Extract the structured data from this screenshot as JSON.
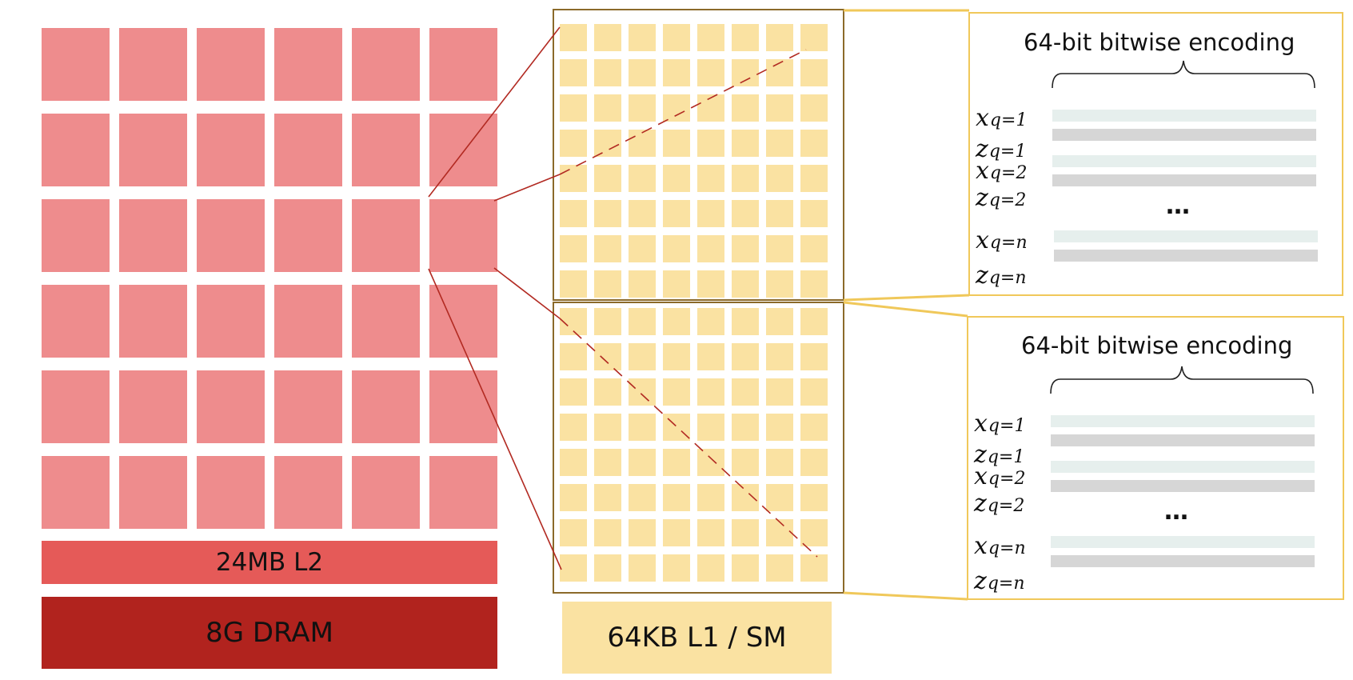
{
  "memory": {
    "l2_label": "24MB L2",
    "dram_label": "8G DRAM",
    "l1_label": "64KB L1 / SM"
  },
  "encoding_panels": [
    {
      "title": "64-bit bitwise encoding",
      "rows": [
        {
          "var": "x",
          "sub": "q=1"
        },
        {
          "var": "z",
          "sub": "q=1"
        },
        {
          "var": "x",
          "sub": "q=2"
        },
        {
          "var": "z",
          "sub": "q=2"
        },
        {
          "var": "x",
          "sub": "q=n"
        },
        {
          "var": "z",
          "sub": "q=n"
        }
      ],
      "ellipsis": "…"
    },
    {
      "title": "64-bit bitwise encoding",
      "rows": [
        {
          "var": "x",
          "sub": "q=1"
        },
        {
          "var": "z",
          "sub": "q=1"
        },
        {
          "var": "x",
          "sub": "q=2"
        },
        {
          "var": "z",
          "sub": "q=2"
        },
        {
          "var": "x",
          "sub": "q=n"
        },
        {
          "var": "z",
          "sub": "q=n"
        }
      ],
      "ellipsis": "…"
    }
  ],
  "colors": {
    "sm_block": "#ee8c8d",
    "l2": "#e55a58",
    "dram": "#b1231e",
    "l1_cell": "#fae2a2",
    "l1_label_bg": "#fae2a2",
    "frame": "#8b6a2a",
    "connector_gold": "#f0c85a",
    "connector_red": "#b22a22",
    "x_bar": "#e6efed",
    "z_bar": "#d6d6d6"
  }
}
